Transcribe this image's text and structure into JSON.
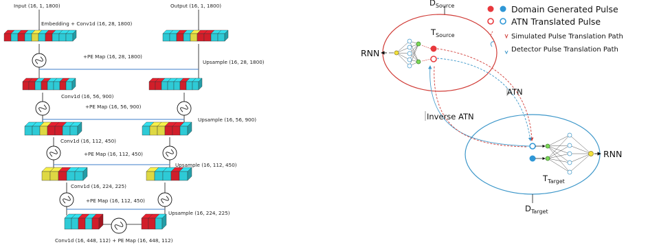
{
  "unet": {
    "input_label": "Input (16, 1, 1800)",
    "output_label": "Output (16, 1, 1800)",
    "embedding_label": "Embedding + Conv1d (16, 28, 1800)",
    "pe_map_1": "+PE Map (16, 28, 1800)",
    "upsample_1": "Upsample (16, 28, 1800)",
    "conv_2": "Conv1d (16, 56, 900)",
    "pe_map_2": "+PE Map (16, 56, 900)",
    "upsample_2": "Upsample (16, 56, 900)",
    "conv_3": "Conv1d (16, 112, 450)",
    "pe_map_3": "+PE Map (16, 112, 450)",
    "upsample_3": "Upsample (16, 112, 450)",
    "conv_4": "Conv1d (16, 224, 225)",
    "pe_map_4": "+PE Map (16, 112, 450)",
    "upsample_4": "Upsample (16, 224, 225)",
    "bottom_label": "Conv1d (16, 448, 112) + PE Map (16, 448, 112)"
  },
  "atn": {
    "d_source": "D",
    "d_source_sub": "Source",
    "t_source": "T",
    "t_source_sub": "Source",
    "t_target": "T",
    "t_target_sub": "Target",
    "d_target": "D",
    "d_target_sub": "Target",
    "rnn_left": "RNN",
    "rnn_right": "RNN",
    "atn_label": "ATN",
    "inverse_atn_label": "Inverse ATN"
  },
  "legend": {
    "domain_generated": "Domain Generated Pulse",
    "atn_translated": "ATN Translated Pulse",
    "simulated_path": "Simulated Pulse Translation Path",
    "detector_path": "Detector Pulse Translation Path"
  },
  "colors": {
    "cyan": "#33e0ee",
    "red": "#e8212f",
    "yellow": "#f7f04a",
    "node_red": "#e8383c",
    "node_blue": "#2f97d6",
    "source_ellipse": "#d03a35",
    "target_ellipse": "#3b96c9",
    "line_blue": "#3d7dc8",
    "node_green": "#7ed957",
    "node_yellow": "#f4e23c"
  }
}
